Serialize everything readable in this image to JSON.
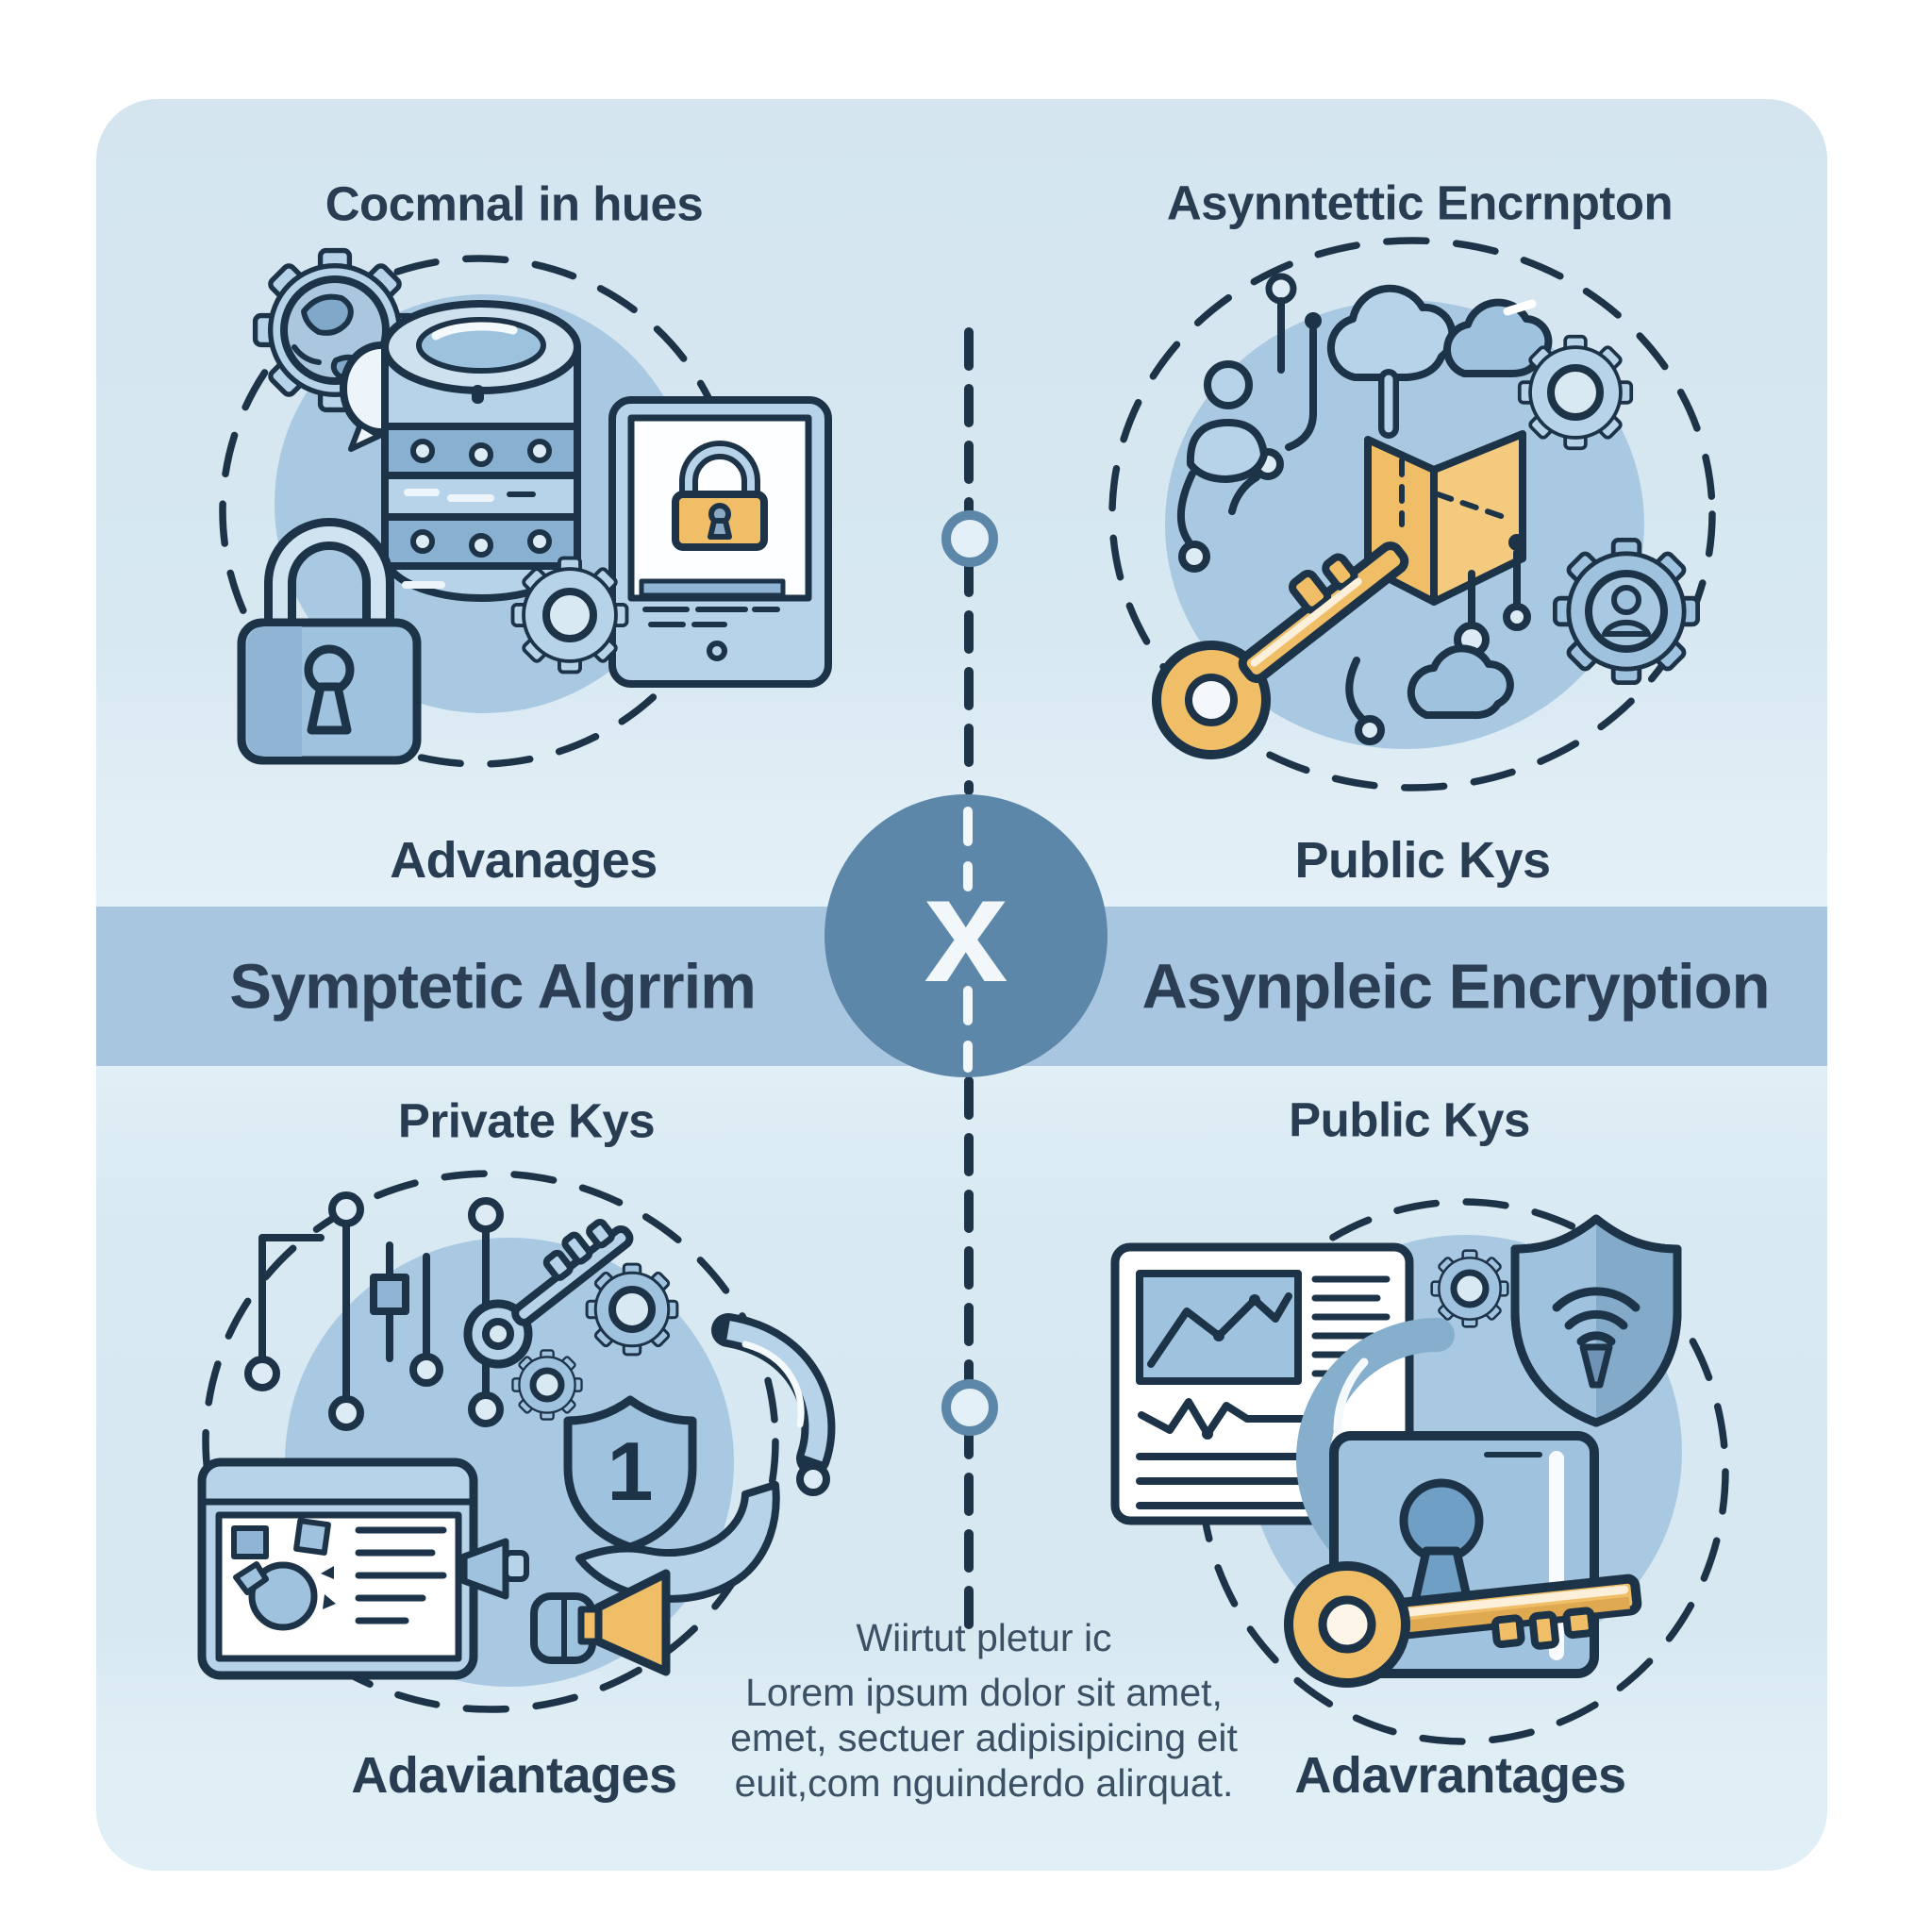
{
  "palette": {
    "page_bg": "#ffffff",
    "card_bg": "#d7e8f1",
    "card_bg_light": "#e3f0f7",
    "band_bg": "#a8c6e0",
    "badge_bg": "#5d87a9",
    "ink": "#1d3348",
    "text_dark": "#283c52",
    "text_band": "#2b3e54",
    "text_body": "#3c5064",
    "icon_blue_light": "#b7d3e9",
    "icon_blue_mid": "#9fc2de",
    "icon_blue_deep": "#8fb4d4",
    "blob_blue": "#a9c9e2",
    "accent_yellow": "#efbe67",
    "white": "#ffffff"
  },
  "quadrants": {
    "top_left": {
      "title": "Cocmnal in hues",
      "label": "Advanages",
      "icons": [
        "gear-globe-icon",
        "database-icon",
        "tablet-lock-icon",
        "padlock-icon",
        "gear-icon"
      ]
    },
    "top_right": {
      "title": "Asynntettic Encrnpton",
      "label": "Public Kys",
      "icons": [
        "network-person-icon",
        "cloud-icon",
        "gear-icon",
        "open-box-icon",
        "key-icon",
        "gear-person-icon"
      ]
    },
    "bottom_left": {
      "title": "Private Kys",
      "label": "Adaviantages",
      "shield_digit": "1",
      "icons": [
        "circuit-nodes-icon",
        "key-icon",
        "gear-icon",
        "shield-one-icon",
        "hand-icon",
        "pipe-arrow-icon",
        "browser-card-icon",
        "horn-icon"
      ]
    },
    "bottom_right": {
      "title": "Public Kys",
      "label": "Adavrantages",
      "icons": [
        "report-icon",
        "gear-icon",
        "shield-wifi-icon",
        "ring-arrow-icon",
        "laptop-lock-icon",
        "key-icon"
      ]
    }
  },
  "band": {
    "left_title": "Symptetic Algrrim",
    "right_title": "Asynpleic Encryption"
  },
  "center": {
    "symbol": "x"
  },
  "footnote": {
    "lines": [
      "Wiirtut pletur ic",
      "Lorem ipsum dolor sit amet,",
      "emet, sectuer adipisipicing eit",
      "euit,com nguinderdo alirquat."
    ]
  }
}
